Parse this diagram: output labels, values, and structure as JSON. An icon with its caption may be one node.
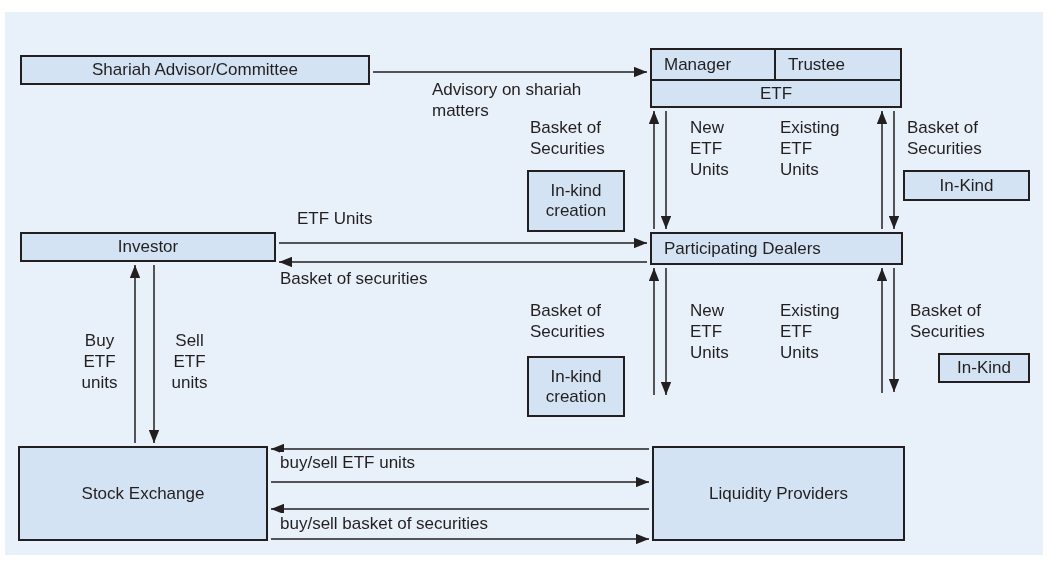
{
  "diagram": {
    "nodes": [
      {
        "text": [
          "Shariah Advisor/Committee"
        ]
      },
      {
        "text": [
          "Manager"
        ]
      },
      {
        "text": [
          "Trustee"
        ]
      },
      {
        "text": [
          "ETF"
        ]
      },
      {
        "text": [
          "In-kind creation"
        ]
      },
      {
        "text": [
          "In-Kind"
        ]
      },
      {
        "text": [
          "Investor"
        ]
      },
      {
        "text": [
          "Participating Dealers"
        ]
      },
      {
        "text": [
          "In-kind creation"
        ]
      },
      {
        "text": [
          "In-Kind"
        ]
      },
      {
        "text": [
          "Stock Exchange"
        ]
      },
      {
        "text": [
          "Liquidity Providers"
        ]
      }
    ],
    "edges": [
      {
        "from": 0,
        "to": 1,
        "arrow": "to",
        "label": "Advisory on shariah matters"
      },
      {
        "from": 7,
        "to": 3,
        "arrow": "to",
        "label": "Basket of Securities"
      },
      {
        "from": 3,
        "to": 7,
        "arrow": "to",
        "label": "New ETF Units"
      },
      {
        "from": 7,
        "to": 3,
        "arrow": "to",
        "label": "Existing ETF Units"
      },
      {
        "from": 3,
        "to": 7,
        "arrow": "to",
        "label": "Basket of Securities"
      },
      {
        "from": 6,
        "to": 7,
        "arrow": "to",
        "label": "ETF Units"
      },
      {
        "from": 7,
        "to": 6,
        "arrow": "to",
        "label": "Basket of securities"
      },
      {
        "from": null,
        "to": 7,
        "arrow": "to",
        "label": "Basket of Securities"
      },
      {
        "from": 7,
        "to": null,
        "arrow": "to",
        "label": "New ETF Units"
      },
      {
        "from": null,
        "to": 7,
        "arrow": "to",
        "label": "Existing ETF Units"
      },
      {
        "from": 7,
        "to": null,
        "arrow": "to",
        "label": "Basket of Securities"
      },
      {
        "from": 10,
        "to": 6,
        "arrow": "to",
        "label": "Buy ETF units"
      },
      {
        "from": 6,
        "to": 10,
        "arrow": "to",
        "label": "Sell ETF units"
      },
      {
        "from": 11,
        "to": 10,
        "arrow": "to",
        "label": "buy/sell ETF units"
      },
      {
        "from": 10,
        "to": 11,
        "arrow": "to"
      },
      {
        "from": 11,
        "to": 10,
        "arrow": "to",
        "label": "buy/sell basket of securities"
      },
      {
        "from": 10,
        "to": 11,
        "arrow": "to"
      }
    ]
  }
}
